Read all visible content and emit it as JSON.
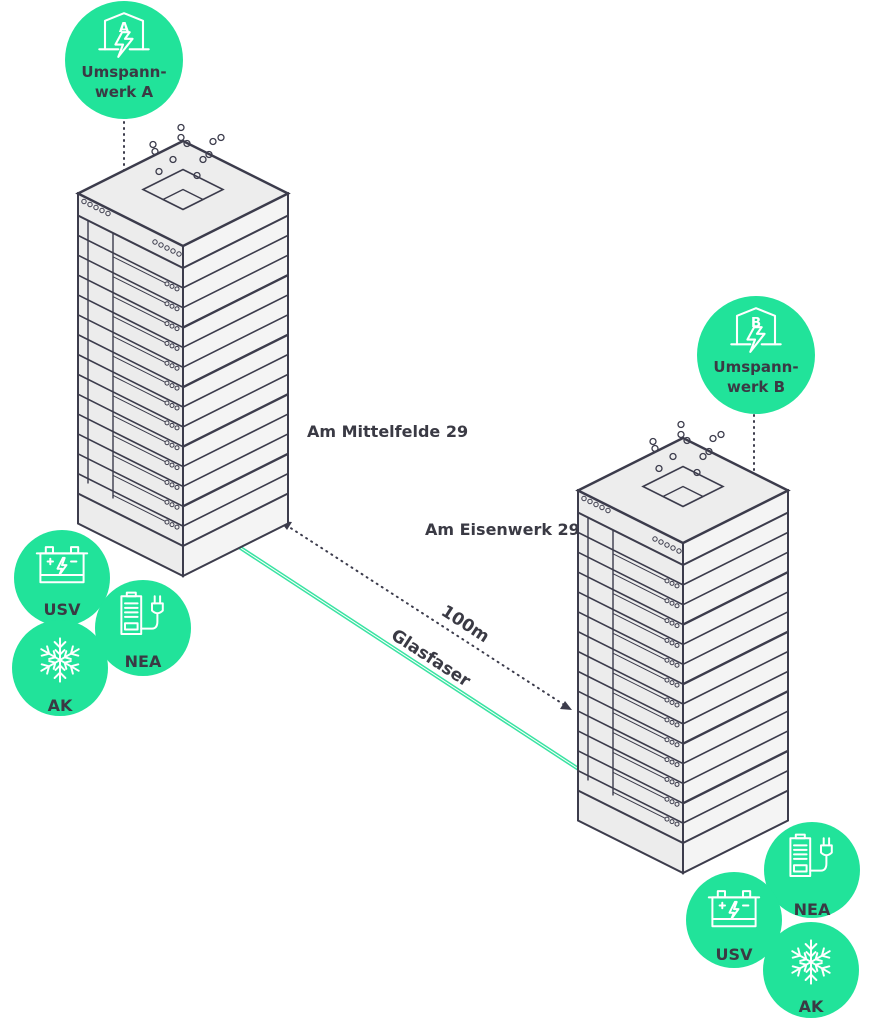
{
  "colors": {
    "accent": "#21e39a",
    "ink": "#3c3c4c",
    "panel": "#ececec",
    "fiber": "#39e3a2",
    "background": "#ffffff"
  },
  "substations": [
    {
      "id": "A",
      "badge": "A",
      "line1": "Umspann-",
      "line2": "werk A",
      "icon": "substation-icon"
    },
    {
      "id": "B",
      "badge": "B",
      "line1": "Umspann-",
      "line2": "werk B",
      "icon": "substation-icon"
    }
  ],
  "sites": [
    {
      "id": "left",
      "name": "Am Mittelfelde 29"
    },
    {
      "id": "right",
      "name": "Am Eisenwerk 29"
    }
  ],
  "link": {
    "distance": "100m",
    "medium": "Glasfaser"
  },
  "facilities": {
    "left": [
      {
        "label": "USV",
        "icon": "battery-icon"
      },
      {
        "label": "NEA",
        "icon": "generator-plug-icon"
      },
      {
        "label": "AK",
        "icon": "snowflake-icon"
      }
    ],
    "right": [
      {
        "label": "USV",
        "icon": "battery-icon"
      },
      {
        "label": "NEA",
        "icon": "generator-plug-icon"
      },
      {
        "label": "AK",
        "icon": "snowflake-icon"
      }
    ]
  }
}
